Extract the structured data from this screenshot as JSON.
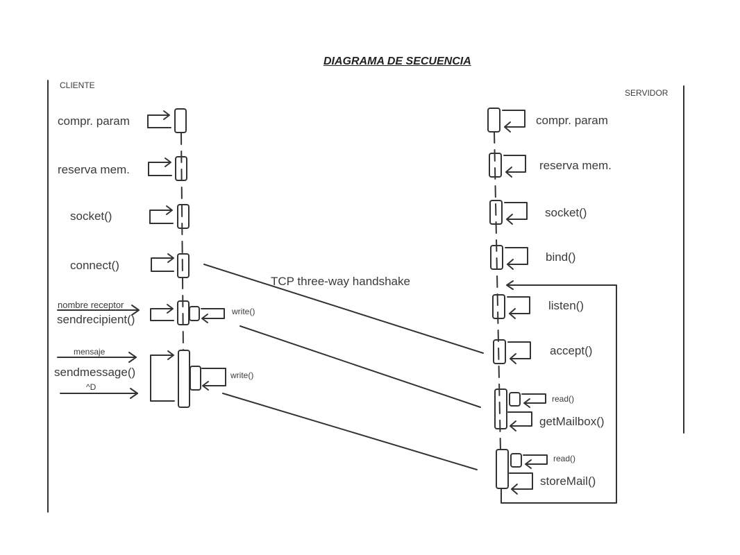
{
  "title": "DIAGRAMA DE SECUENCIA",
  "client": {
    "label": "CLIENTE",
    "steps": [
      "compr. param",
      "reserva mem.",
      "socket()",
      "connect()"
    ],
    "recipient_arrow_label": "nombre receptor",
    "send_recipient": "sendrecipient()",
    "write_label_1": "write()",
    "message_arrow_label": "mensaje",
    "send_message": "sendmessage()",
    "eof_arrow_label": "^D",
    "write_label_2": "write()"
  },
  "server": {
    "label": "SERVIDOR",
    "steps": [
      "compr. param",
      "reserva mem.",
      "socket()",
      "bind()",
      "listen()",
      "accept()"
    ],
    "read_label_1": "read()",
    "get_mailbox": "getMailbox()",
    "read_label_2": "read()",
    "store_mail": "storeMail()"
  },
  "handshake_label": "TCP three-way handshake",
  "colors": {
    "stroke": "#333333",
    "text": "#3a3a3a"
  }
}
